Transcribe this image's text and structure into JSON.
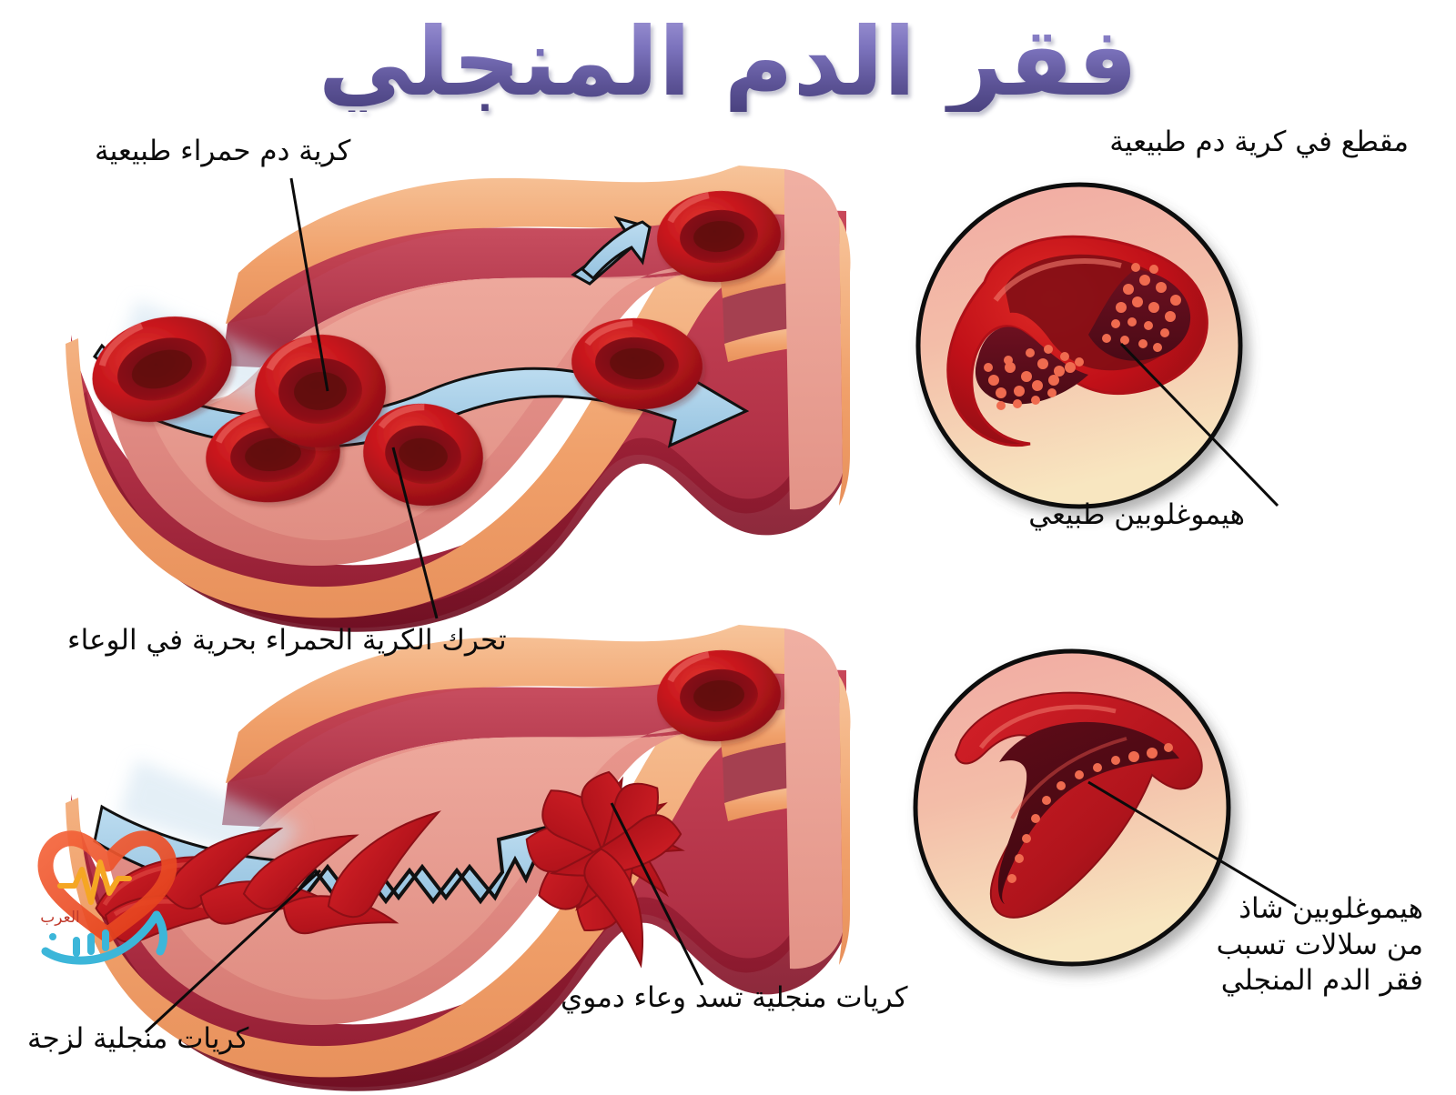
{
  "document": {
    "title": "فقر الدم المنجلي",
    "language": "ar",
    "type": "medical-illustration",
    "title_color": "#6a619f",
    "background": "#ffffff"
  },
  "labels": {
    "normal_rbc": "كرية دم حمراء طبيعية",
    "free_movement": "تحرك الكرية الحمراء بحرية في الوعاء",
    "sticky_sickle_cells": "كريات منجلية لزجة",
    "blocking_vessel_line1": "كريات منجلية تسد وعاء دموي",
    "cross_section_normal": "مقطع في كرية دم طبيعية",
    "normal_hemoglobin": "هيموغلوبين طبيعي",
    "abnormal_hb_line1": "هيموغلوبين شاذ",
    "abnormal_hb_line2": "من سلالات تسبب",
    "abnormal_hb_line3": "فقر الدم المنجلي"
  },
  "watermark": {
    "brand_main": "طبيب",
    "brand_sub": "العرب",
    "heart_color": "#ef4a23",
    "pulse_color": "#f5a623",
    "text_color": "#3cb6d9"
  },
  "palette": {
    "vessel_outer_dark": "#9e1f36",
    "vessel_outer_red": "#c8485a",
    "vessel_mid_orange": "#f0a06a",
    "vessel_mid_light": "#f7c49a",
    "vessel_lumen": "#e08b84",
    "vessel_lumen_light": "#eda99b",
    "rbc_red": "#c8161d",
    "rbc_dark": "#7d0d15",
    "rbc_deep": "#5e0a10",
    "flow_blue": "#a8d0e8",
    "inset_top_pink": "#f2aaa3",
    "inset_bottom_cream": "#f7e3bd",
    "inset_stroke": "#111111",
    "hb_dot": "#ef6b4f",
    "label_black": "#0b0b0b"
  },
  "panels": [
    {
      "id": "normal-vessel",
      "name": "normal-blood-vessel-cutaway",
      "description": "وعاء دموي طبيعي تتحرك فيه كريات الدم الحمراء بحرية",
      "cell_count": 6,
      "flow_arrows": 3,
      "flow_type": "smooth"
    },
    {
      "id": "normal-inset",
      "name": "normal-rbc-cross-section-inset",
      "description": "مقطع في كرية دم طبيعية مع هيموغلوبين طبيعي",
      "shape": "biconcave-disc",
      "hemoglobin_dots": "dense"
    },
    {
      "id": "sickle-vessel",
      "name": "sickled-blood-vessel-cutaway",
      "description": "وعاء دموي مسدود بكريات منجلية لزجة",
      "cell_count": 14,
      "flow_arrows": 1,
      "flow_type": "obstructed-jagged"
    },
    {
      "id": "sickle-inset",
      "name": "sickle-cell-cross-section-inset",
      "description": "مقطع في كرية منجلية مع هيموغلوبين شاذ",
      "shape": "crescent",
      "hemoglobin_dots": "sparse"
    }
  ]
}
